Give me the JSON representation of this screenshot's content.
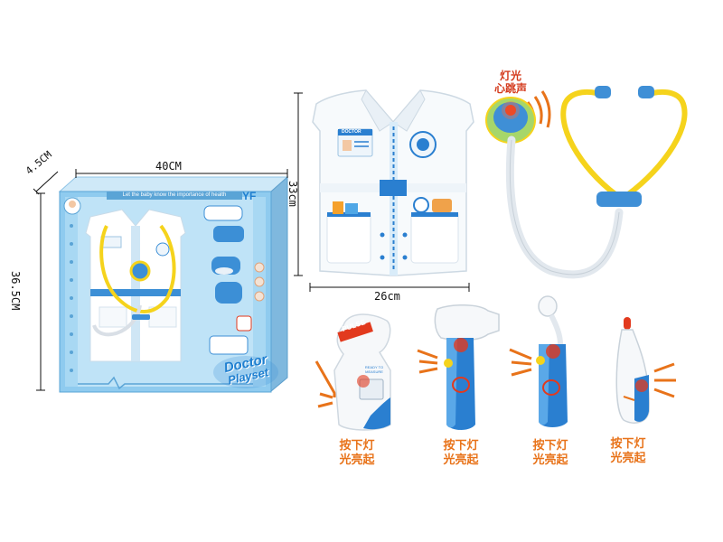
{
  "dimensions": {
    "box_width": "40CM",
    "box_depth": "4.5CM",
    "box_height": "36.5CM",
    "vest_height": "33cm",
    "vest_width": "26cm"
  },
  "box": {
    "tagline": "Let the baby know the importance of health",
    "brand": "YF",
    "logo_line1": "Doctor",
    "logo_line2": "Playset"
  },
  "vest": {
    "badge_text": "DOCTOR"
  },
  "stethoscope": {
    "callout_line1": "灯光",
    "callout_line2": "心跳声"
  },
  "tools": [
    {
      "name": "pulse-meter",
      "label_text": "PULSE",
      "sub_text": "READY TO MEASURE",
      "caption_line1": "按下灯",
      "caption_line2": "光亮起"
    },
    {
      "name": "otoscope",
      "caption_line1": "按下灯",
      "caption_line2": "光亮起"
    },
    {
      "name": "dental-mirror",
      "caption_line1": "按下灯",
      "caption_line2": "光亮起"
    },
    {
      "name": "thermometer",
      "caption_line1": "按下灯",
      "caption_line2": "光亮起"
    }
  ],
  "colors": {
    "accent_blue": "#1f7fd0",
    "light_blue": "#9fd4f2",
    "yellow": "#f5d31c",
    "orange": "#e8731a",
    "red_light": "#e23a1e"
  }
}
